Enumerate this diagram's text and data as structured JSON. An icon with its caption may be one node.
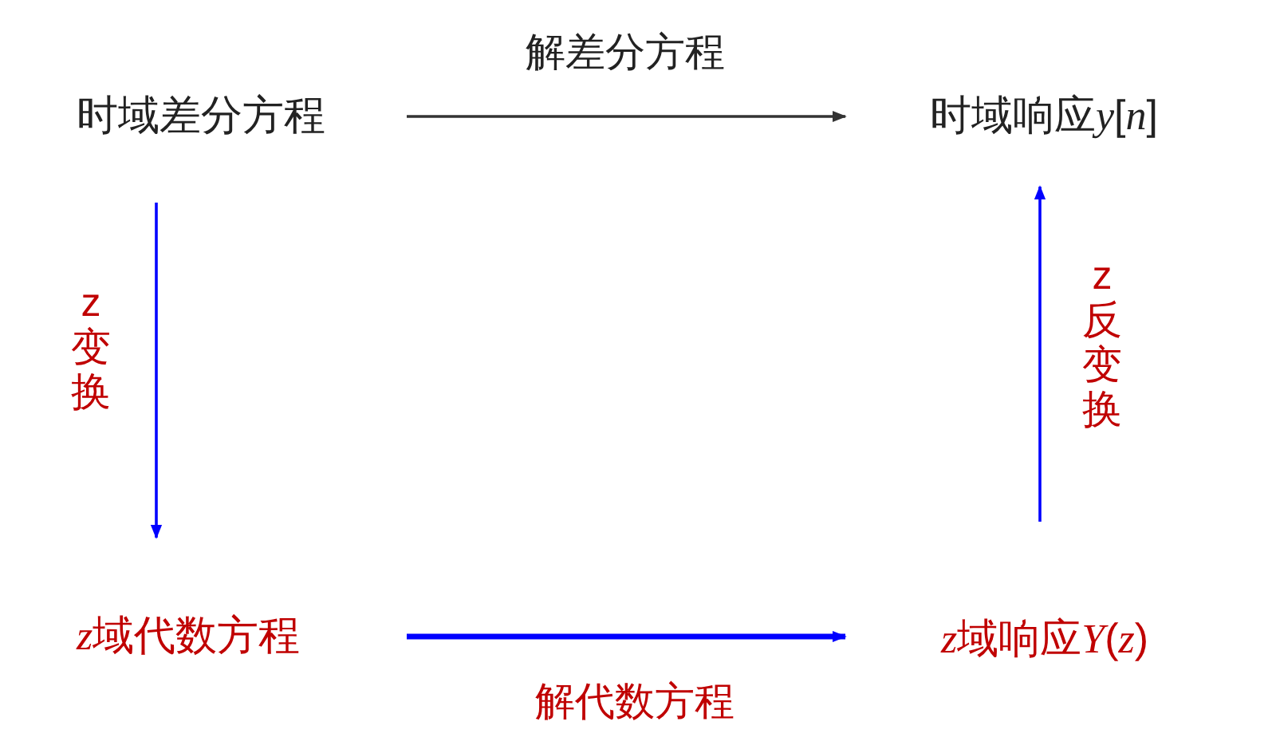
{
  "diagram": {
    "nodes": [
      {
        "text": [
          "时域差分方程"
        ]
      },
      {
        "text": [
          "时域响应y[n]"
        ]
      },
      {
        "text": [
          "z域代数方程"
        ]
      },
      {
        "text": [
          "z域响应Y(z)"
        ]
      }
    ],
    "edges": [
      {
        "from": 0,
        "to": 1,
        "arrow": "to",
        "label": "解差分方程",
        "color": "#333333"
      },
      {
        "from": 0,
        "to": 2,
        "arrow": "to",
        "label": "z变换"
      },
      {
        "from": 2,
        "to": 3,
        "arrow": "to",
        "label": "解代数方程",
        "style": "thick"
      },
      {
        "from": 3,
        "to": 1,
        "arrow": "to",
        "label": "z反变换"
      }
    ]
  }
}
